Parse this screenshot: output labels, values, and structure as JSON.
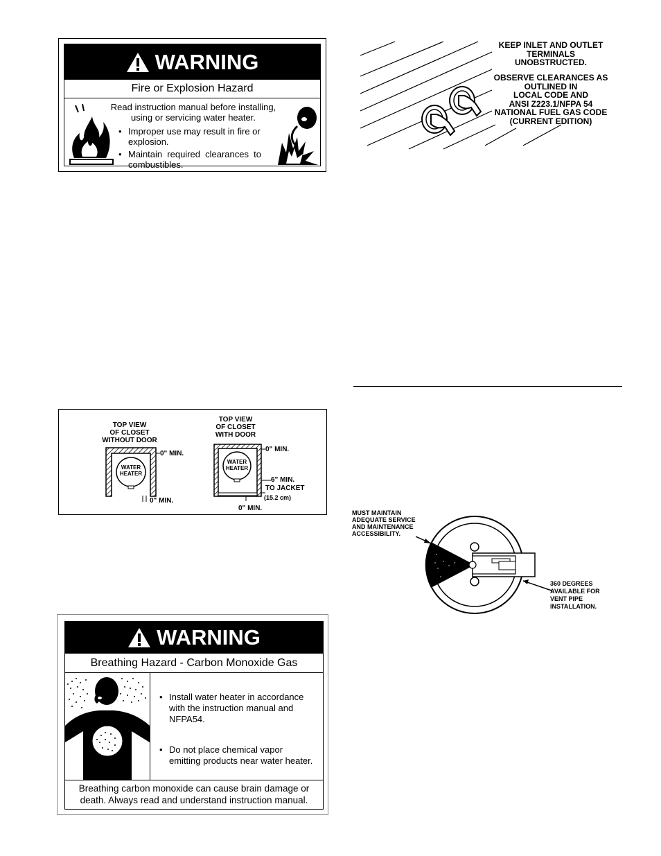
{
  "fire_warning": {
    "header": "WARNING",
    "subtitle": "Fire or Explosion Hazard",
    "intro": "Read instruction manual before installing, using or servicing water heater.",
    "bullets": [
      "Improper use may result in fire or explosion.",
      "Maintain required clearances to combustibles."
    ]
  },
  "vent_terminal": {
    "note1": [
      "KEEP INLET AND OUTLET",
      "TERMINALS",
      "UNOBSTRUCTED."
    ],
    "note2": [
      "OBSERVE CLEARANCES AS",
      "OUTLINED IN",
      "LOCAL CODE AND",
      "ANSI Z223.1/NFPA 54",
      "NATIONAL FUEL GAS CODE",
      "(CURRENT EDITION)"
    ]
  },
  "closet_figure": {
    "left_title": [
      "TOP VIEW",
      "OF CLOSET",
      "WITHOUT DOOR"
    ],
    "right_title": [
      "TOP VIEW",
      "OF CLOSET",
      "WITH DOOR"
    ],
    "water_heater": [
      "WATER",
      "HEATER"
    ],
    "left_top_min": "0\" MIN.",
    "left_side_min": "0\" MIN.",
    "right_top_min": "0\" MIN.",
    "six_min": "6\" MIN.",
    "to_jacket": "TO JACKET",
    "cm": "(15.2 cm)",
    "right_bottom_min": "0\" MIN."
  },
  "co_warning": {
    "header": "WARNING",
    "subtitle": "Breathing Hazard -  Carbon Monoxide Gas",
    "bullets": [
      "Install water heater in accordance with the instruction manual and NFPA54.",
      "Do not place chemical vapor emitting products near water heater."
    ],
    "footer": "Breathing carbon monoxide can cause brain damage or death.  Always read and understand instruction manual."
  },
  "vent_top_view": {
    "left_note": [
      "MUST MAINTAIN",
      "ADEQUATE SERVICE",
      "AND MAINTENANCE",
      "ACCESSIBILITY."
    ],
    "right_note": [
      "360 DEGREES",
      "AVAILABLE FOR",
      "VENT PIPE",
      "INSTALLATION."
    ]
  }
}
